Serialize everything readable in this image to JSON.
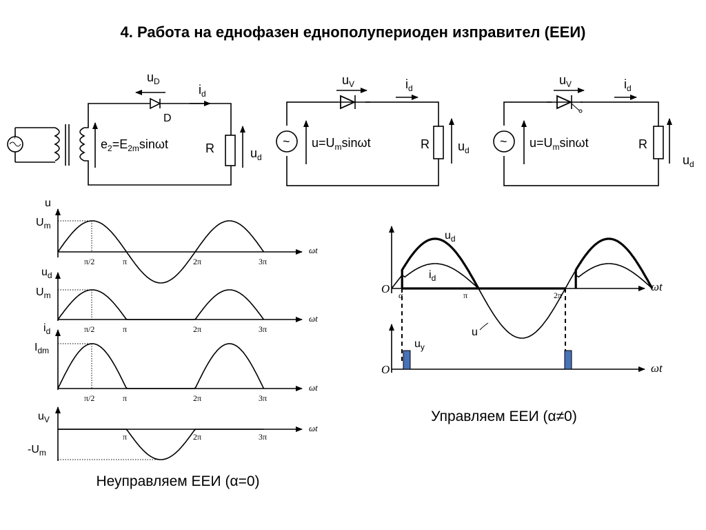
{
  "title": "4. Работа на еднофазен еднополупериоден изправител (ЕЕИ)",
  "caption_uncontrolled": "Неуправляем ЕЕИ (α=0)",
  "caption_controlled": "Управляем ЕЕИ (α≠0)",
  "circuit1": {
    "u_d_arrow": "u",
    "u_d_arrow_sub": "D",
    "i_d": "i",
    "i_d_sub": "d",
    "diode": "D",
    "emf": "e",
    "emf_sub1": "2",
    "emf_mid": "=E",
    "emf_sub2": "2m",
    "emf_tail": "sinωt",
    "r": "R",
    "load": "u",
    "load_sub": "d"
  },
  "circuit2": {
    "uv": "u",
    "uv_sub": "V",
    "i_d": "i",
    "i_d_sub": "d",
    "src": "~",
    "u": "u=U",
    "u_sub": "m",
    "u_tail": "sinωt",
    "r": "R",
    "load": "u",
    "load_sub": "d"
  },
  "circuit3": {
    "uv": "u",
    "uv_sub": "V",
    "i_d": "i",
    "i_d_sub": "d",
    "src": "~",
    "u": "u=U",
    "u_sub": "m",
    "u_tail": "sinωt",
    "r": "R",
    "load": "u",
    "load_sub": "d"
  },
  "graphs_left": {
    "axis_label": "ωt",
    "g1": {
      "y": "u",
      "level": "U",
      "level_sub": "m",
      "ticks": [
        "π/2",
        "π",
        "2π",
        "3π"
      ]
    },
    "g2": {
      "y": "u",
      "y_sub": "d",
      "level": "U",
      "level_sub": "m",
      "ticks": [
        "π/2",
        "π",
        "2π",
        "3π"
      ]
    },
    "g3": {
      "y": "i",
      "y_sub": "d",
      "level": "I",
      "level_sub": "dm",
      "ticks": [
        "π/2",
        "π",
        "2π",
        "3π"
      ]
    },
    "g4": {
      "y": "u",
      "y_sub": "V",
      "level": "-U",
      "level_sub": "m",
      "ticks": [
        "π",
        "2π",
        "3π"
      ]
    }
  },
  "graph_right": {
    "axis_label": "ωt",
    "origin": "O",
    "alpha": "α",
    "pi": "π",
    "two_pi": "2π",
    "ud": "u",
    "ud_sub": "d",
    "id": "i",
    "id_sub": "d",
    "u": "u",
    "uy": "u",
    "uy_sub": "y",
    "origin2": "O",
    "axis_label2": "ωt",
    "pulse_color": "#4a72b8"
  }
}
